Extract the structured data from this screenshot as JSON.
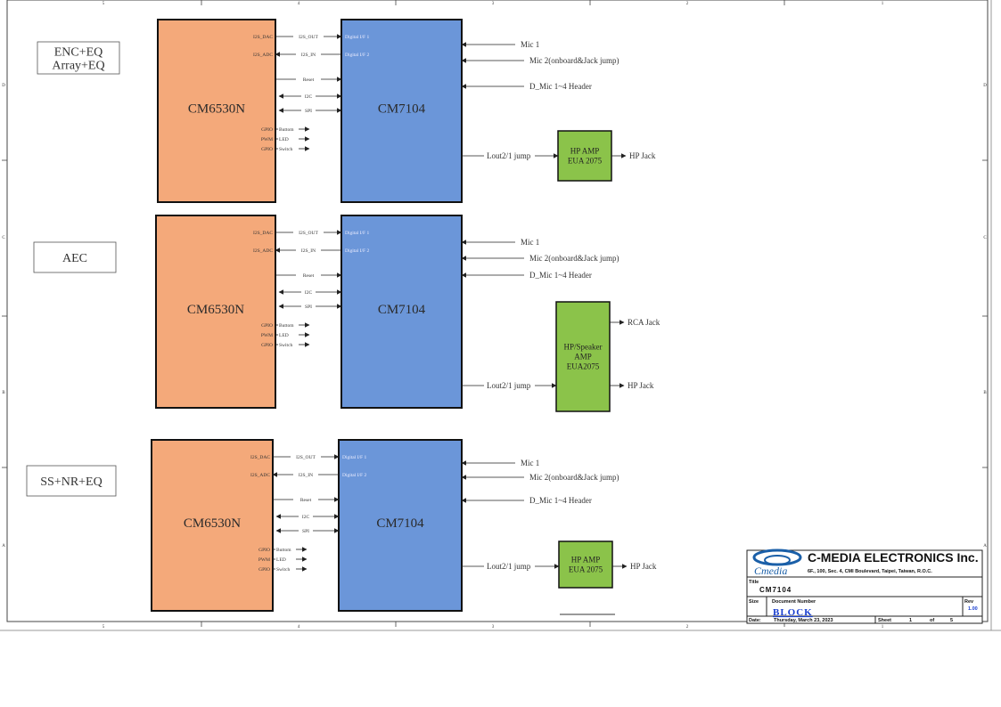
{
  "frame": {
    "zone_numbers": [
      "5",
      "4",
      "3",
      "2",
      "1"
    ],
    "zone_letters": [
      "D",
      "C",
      "B",
      "A"
    ]
  },
  "sections": [
    {
      "mode_label": [
        "ENC+EQ",
        "Array+EQ"
      ],
      "host_chip": "CM6530N",
      "codec_chip": "CM7104",
      "host_pins": [
        "I2S_DAC",
        "I2S_ADC",
        "GPIO",
        "PWM",
        "GPIO"
      ],
      "link_labels": [
        "I2S_OUT",
        "I2S_IN",
        "Reset",
        "I2C",
        "SPI"
      ],
      "gpio_outputs": [
        "Buttom",
        "LED",
        "Switch"
      ],
      "codec_pins": [
        "Digital I/F 1",
        "Digital I/F 2"
      ],
      "inputs": [
        "Mic 1",
        "Mic 2(onboard&Jack jump)",
        "D_Mic 1~4 Header"
      ],
      "lout_label": "Lout2/1 jump",
      "amp": [
        "HP AMP",
        "EUA 2075"
      ],
      "outputs": [
        "HP Jack"
      ],
      "amp_color": "#8bc34a"
    },
    {
      "mode_label": [
        "AEC"
      ],
      "host_chip": "CM6530N",
      "codec_chip": "CM7104",
      "host_pins": [
        "I2S_DAC",
        "I2S_ADC",
        "GPIO",
        "PWM",
        "GPIO"
      ],
      "link_labels": [
        "I2S_OUT",
        "I2S_IN",
        "Reset",
        "I2C",
        "SPI"
      ],
      "gpio_outputs": [
        "Buttom",
        "LED",
        "Switch"
      ],
      "codec_pins": [
        "Digital I/F 1",
        "Digital I/F 2"
      ],
      "inputs": [
        "Mic 1",
        "Mic 2(onboard&Jack jump)",
        "D_Mic 1~4 Header"
      ],
      "lout_label": "Lout2/1 jump",
      "amp": [
        "HP/Speaker",
        "AMP",
        "EUA2075"
      ],
      "outputs": [
        "RCA Jack",
        "HP Jack"
      ],
      "amp_color": "#8bc34a"
    },
    {
      "mode_label": [
        "SS+NR+EQ"
      ],
      "host_chip": "CM6530N",
      "codec_chip": "CM7104",
      "host_pins": [
        "I2S_DAC",
        "I2S_ADC",
        "GPIO",
        "PWM",
        "GPIO"
      ],
      "link_labels": [
        "I2S_OUT",
        "I2S_IN",
        "Reset",
        "I2C",
        "SPI"
      ],
      "gpio_outputs": [
        "Buttom",
        "LED",
        "Switch"
      ],
      "codec_pins": [
        "Digital I/F 1",
        "Digital I/F 2"
      ],
      "inputs": [
        "Mic 1",
        "Mic 2(onboard&Jack jump)",
        "D_Mic 1~4 Header"
      ],
      "lout_label": "Lout2/1 jump",
      "amp": [
        "HP AMP",
        "EUA 2075"
      ],
      "outputs": [
        "HP Jack"
      ],
      "amp_color": "#8bc34a"
    }
  ],
  "colors": {
    "host": "#f4a97a",
    "codec": "#6b96d9",
    "amp": "#8bc34a",
    "logo_blue": "#1a5fa8"
  },
  "title_block": {
    "logo_text": "Cmedia",
    "company": "C-MEDIA ELECTRONICS Inc.",
    "address": "6F., 100, Sec. 4, CMI Boulevard, Taipei, Taiwan, R.O.C.",
    "title_label": "Title",
    "title": "CM7104",
    "size_label": "Size",
    "docnum_label": "Document Number",
    "docnum": "BLOCK",
    "rev_label": "Rev",
    "rev": "1.00",
    "date_label": "Date:",
    "date": "Thursday, March 23, 2023",
    "sheet_label": "Sheet",
    "sheet": "1",
    "of_label": "of",
    "sheets_total": "5"
  }
}
